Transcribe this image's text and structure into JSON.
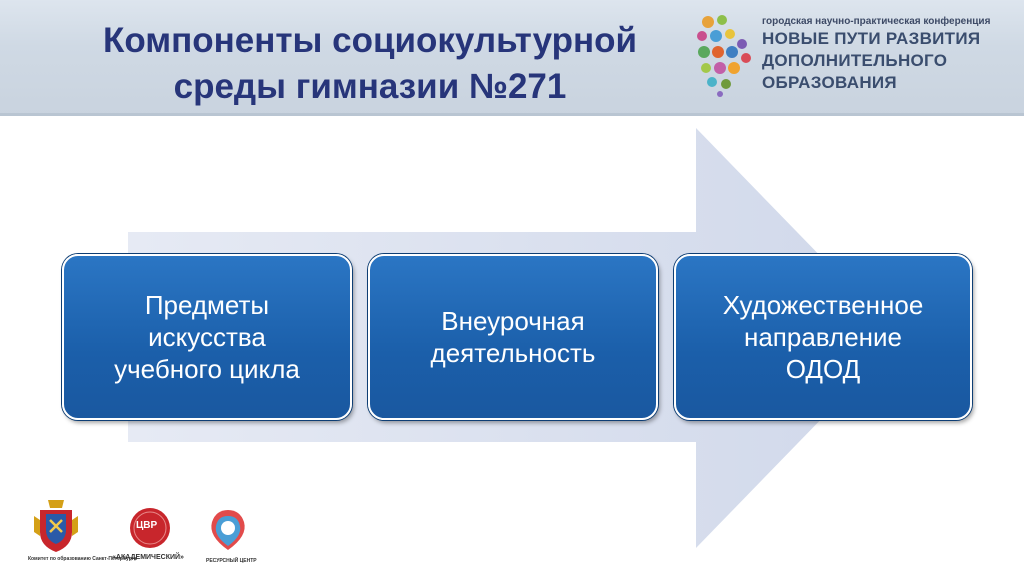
{
  "header": {
    "title_line1": "Компоненты социокультурной",
    "title_line2": "среды гимназии №271",
    "conference": {
      "subtitle": "городская научно-практическая конференция",
      "line1": "НОВЫЕ ПУТИ РАЗВИТИЯ",
      "line2": "ДОПОЛНИТЕЛЬНОГО",
      "line3": "ОБРАЗОВАНИЯ"
    }
  },
  "boxes": [
    {
      "lines": [
        "Предметы",
        "искусства",
        "учебного цикла"
      ]
    },
    {
      "lines": [
        "Внеурочная",
        "деятельность"
      ]
    },
    {
      "lines": [
        "Художественное",
        "направление",
        "ОДОД"
      ]
    }
  ],
  "footer_logos": {
    "committee": "Комитет по образованию Санкт-Петербурга",
    "cvr_badge": "ЦВР",
    "cvr_caption": "«АКАДЕМИЧЕСКИЙ»",
    "third_caption": "РЕСУРСНЫЙ ЦЕНТР"
  },
  "colors": {
    "title": "#27357a",
    "box_fill": "#1b5faa",
    "arrow": "#d5dcec",
    "header_bg": "#cfd9e4"
  }
}
